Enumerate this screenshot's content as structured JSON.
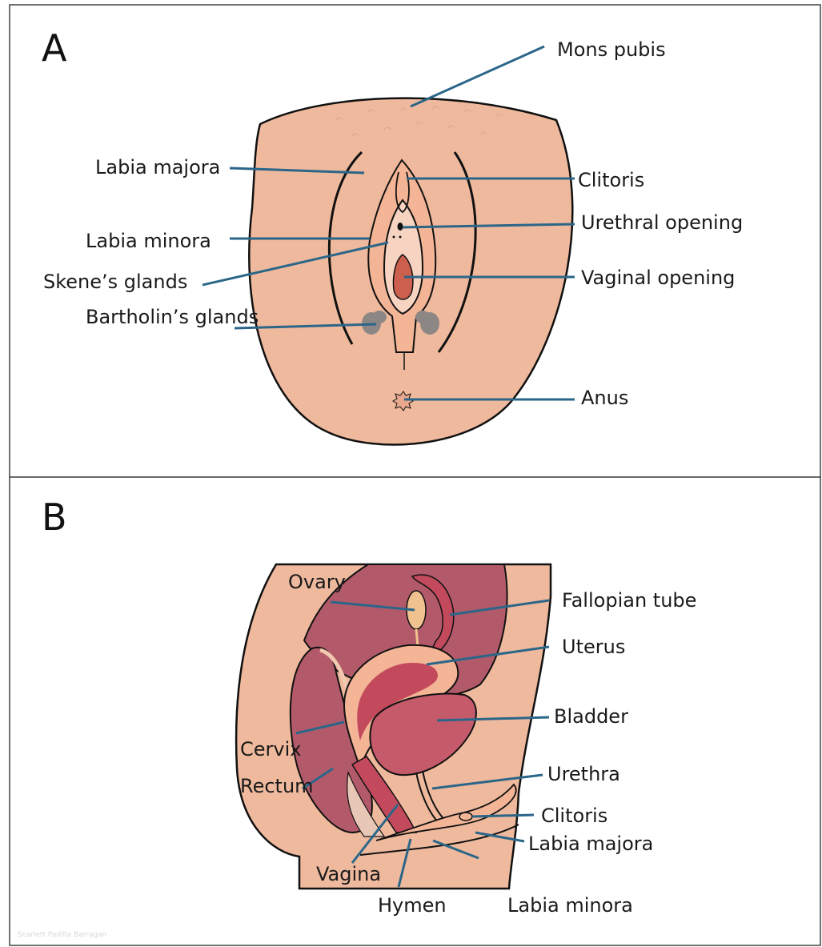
{
  "panel_a": {
    "letter": "A",
    "labels": {
      "mons_pubis": "Mons pubis",
      "labia_majora": "Labia majora",
      "clitoris": "Clitoris",
      "urethral_opening": "Urethral opening",
      "labia_minora": "Labia minora",
      "skenes_glands": "Skene’s glands",
      "vaginal_opening": "Vaginal opening",
      "bartholins_glands": "Bartholin’s glands",
      "anus": "Anus"
    }
  },
  "panel_b": {
    "letter": "B",
    "labels": {
      "ovary": "Ovary",
      "fallopian_tube": "Fallopian tube",
      "uterus": "Uterus",
      "bladder": "Bladder",
      "cervix": "Cervix",
      "rectum": "Rectum",
      "urethra": "Urethra",
      "clitoris": "Clitoris",
      "labia_majora": "Labia majora",
      "vagina": "Vagina",
      "hymen": "Hymen",
      "labia_minora": "Labia minora"
    }
  },
  "credit": "Scarlett Padilla Barragan",
  "colors": {
    "skin": "#efb99d",
    "skin_light": "#f3c8b0",
    "labia_minora": "#f4b596",
    "vaginal_opening": "#cc5f4d",
    "gland": "#8c8684",
    "uterus_region": "#b35a6a",
    "uterus_inner": "#c34a5c",
    "bladder": "#c45a6a",
    "leader": "#2b6689"
  }
}
